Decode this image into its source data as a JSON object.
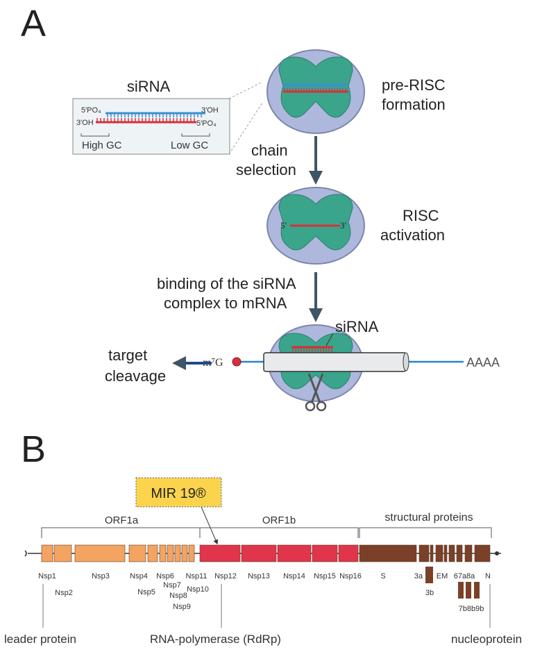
{
  "panel_a": {
    "label": "A",
    "sirna_box": {
      "title": "siRNA",
      "top_left": "5′PO₄",
      "top_right": "3′OH",
      "bottom_left": "3′OH",
      "bottom_right": "5′PO₄",
      "left_bracket": "High GC",
      "right_bracket": "Low GC"
    },
    "steps": {
      "pre_risc": [
        "pre-RISC",
        "formation"
      ],
      "chain_selection": [
        "chain",
        "selection"
      ],
      "risc_activation": [
        "RISC",
        "activation"
      ],
      "binding": [
        "binding of the siRNA",
        "complex to mRNA"
      ],
      "target": [
        "target",
        "cleavage"
      ]
    },
    "risc_strand": {
      "five": "5′",
      "three": "3′"
    },
    "mrna": {
      "cap": "m⁷G",
      "tail": "AAAA",
      "sirna_label": "siRNA"
    },
    "colors": {
      "risc_green": "#3aa58b",
      "oval": "#aeb7dc",
      "blue_strand": "#3b8fd1",
      "red_strand": "#d6303b",
      "arrow": "#3f5566"
    }
  },
  "panel_b": {
    "label": "B",
    "callout": "MIR 19®",
    "braces": {
      "orf1a": "ORF1a",
      "orf1b": "ORF1b",
      "structural": "structural proteins"
    },
    "nsp_row1": [
      "Nsp1",
      "Nsp3",
      "Nsp4",
      "Nsp6",
      "Nsp11",
      "Nsp12",
      "Nsp13",
      "Nsp14",
      "Nsp15",
      "Nsp16",
      "S",
      "3a",
      "EM",
      "67a8a",
      "N"
    ],
    "nsp_row2": [
      "Nsp2",
      "Nsp5",
      "Nsp7",
      "Nsp10",
      "3b"
    ],
    "nsp_row3": [
      "Nsp8",
      "7b8b9b"
    ],
    "nsp_row4": [
      "Nsp9"
    ],
    "bottom": {
      "left": "leader protein",
      "middle": "RNA-polymerase (RdRp)",
      "right": "nucleoprotein"
    },
    "colors": {
      "orf1a": "#f3a461",
      "orf1b": "#e0354a",
      "structural": "#7a4128",
      "callout_bg": "#fbd34d"
    }
  }
}
